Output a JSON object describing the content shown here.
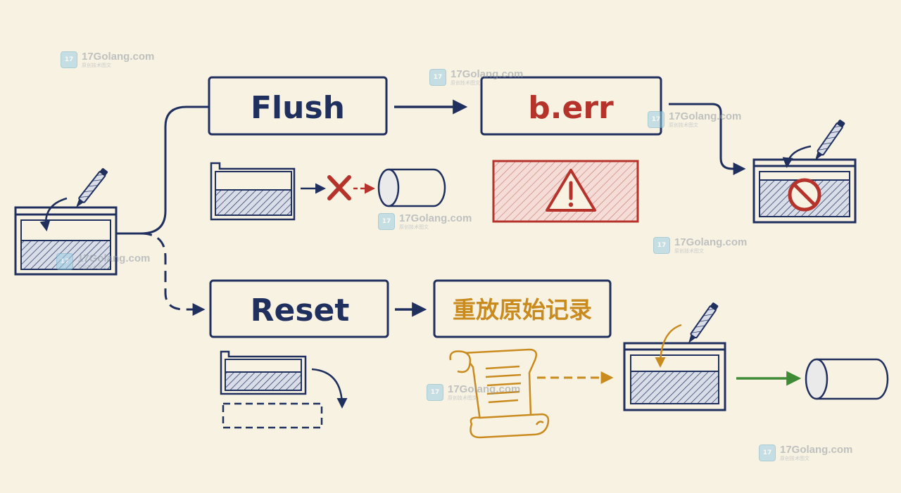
{
  "nodes": {
    "flush": "Flush",
    "berr": "b.err",
    "reset": "Reset",
    "replay": "重放原始记录"
  },
  "watermark": {
    "site": "17Golang.com",
    "sub": "原创技术图文"
  },
  "colors": {
    "navy": "#1f2f5e",
    "red": "#b5332b",
    "orange": "#c98a1e",
    "green": "#3f8a35",
    "background": "#f8f2e3"
  },
  "icons": [
    "pen-icon",
    "buffer-icon",
    "cross-icon",
    "cylinder-icon",
    "warning-icon",
    "prohibit-icon",
    "scroll-icon"
  ]
}
